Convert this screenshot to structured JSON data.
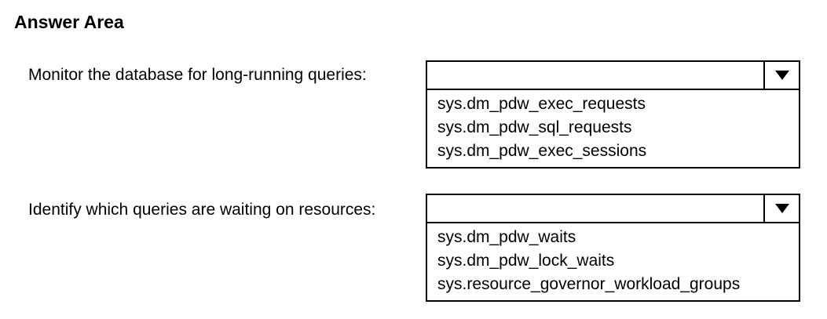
{
  "title": "Answer Area",
  "questions": [
    {
      "label": "Monitor the database for long-running queries:",
      "options": [
        "sys.dm_pdw_exec_requests",
        "sys.dm_pdw_sql_requests",
        "sys.dm_pdw_exec_sessions"
      ]
    },
    {
      "label": "Identify which queries are waiting on resources:",
      "options": [
        "sys.dm_pdw_waits",
        "sys.dm_pdw_lock_waits",
        "sys.resource_governor_workload_groups"
      ]
    }
  ],
  "icons": {
    "dropdown_toggle": "caret-down-icon"
  },
  "colors": {
    "border": "#000000",
    "background": "#ffffff",
    "text": "#000000"
  }
}
